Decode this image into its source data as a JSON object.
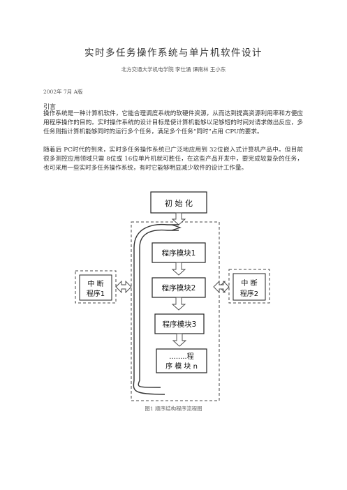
{
  "title": "实时多任务操作系统与单片机软件设计",
  "authors": "北方交通大学机电学院  李仕涌  谭南林  王小东",
  "date": "2002年 7月 A版",
  "heading": "引言",
  "paragraphs": [
    "操作系统是一种计算机软件，它能合理调度系统的软硬件资源，从而达到提高资源利用率和方便应用程序操作的目的。实时操作系统的设计目标是使计算机能够以足够短的时间对请求做出反应，多任务则指计算机能够同时的运行多个任务，满足多个任务“同时”占用 CPU的要求。",
    "随着后 PC时代的到来，实时多任务操作系统已广泛地应用到  32位嵌入式计算机产品中。但目前很多测控应用领域只需  8位或  16位单片机就可胜任，在这些产品开发中，要完成较复杂的任务，也可采用一些实时多任务操作系统，有时它能够明显减少软件的设计工作量。"
  ],
  "diagram": {
    "init": "初  始  化",
    "module1": "程序模块1",
    "module2": "程序模块2",
    "module3": "程序模块3",
    "moduleN_line1": "........程",
    "moduleN_line2": "序  模  块  n",
    "int1_line1": "中  断",
    "int1_line2": "程序1",
    "int2_line1": "中  断",
    "int2_line2": "程序2"
  },
  "caption": "图1   顺序结构程序流程图"
}
